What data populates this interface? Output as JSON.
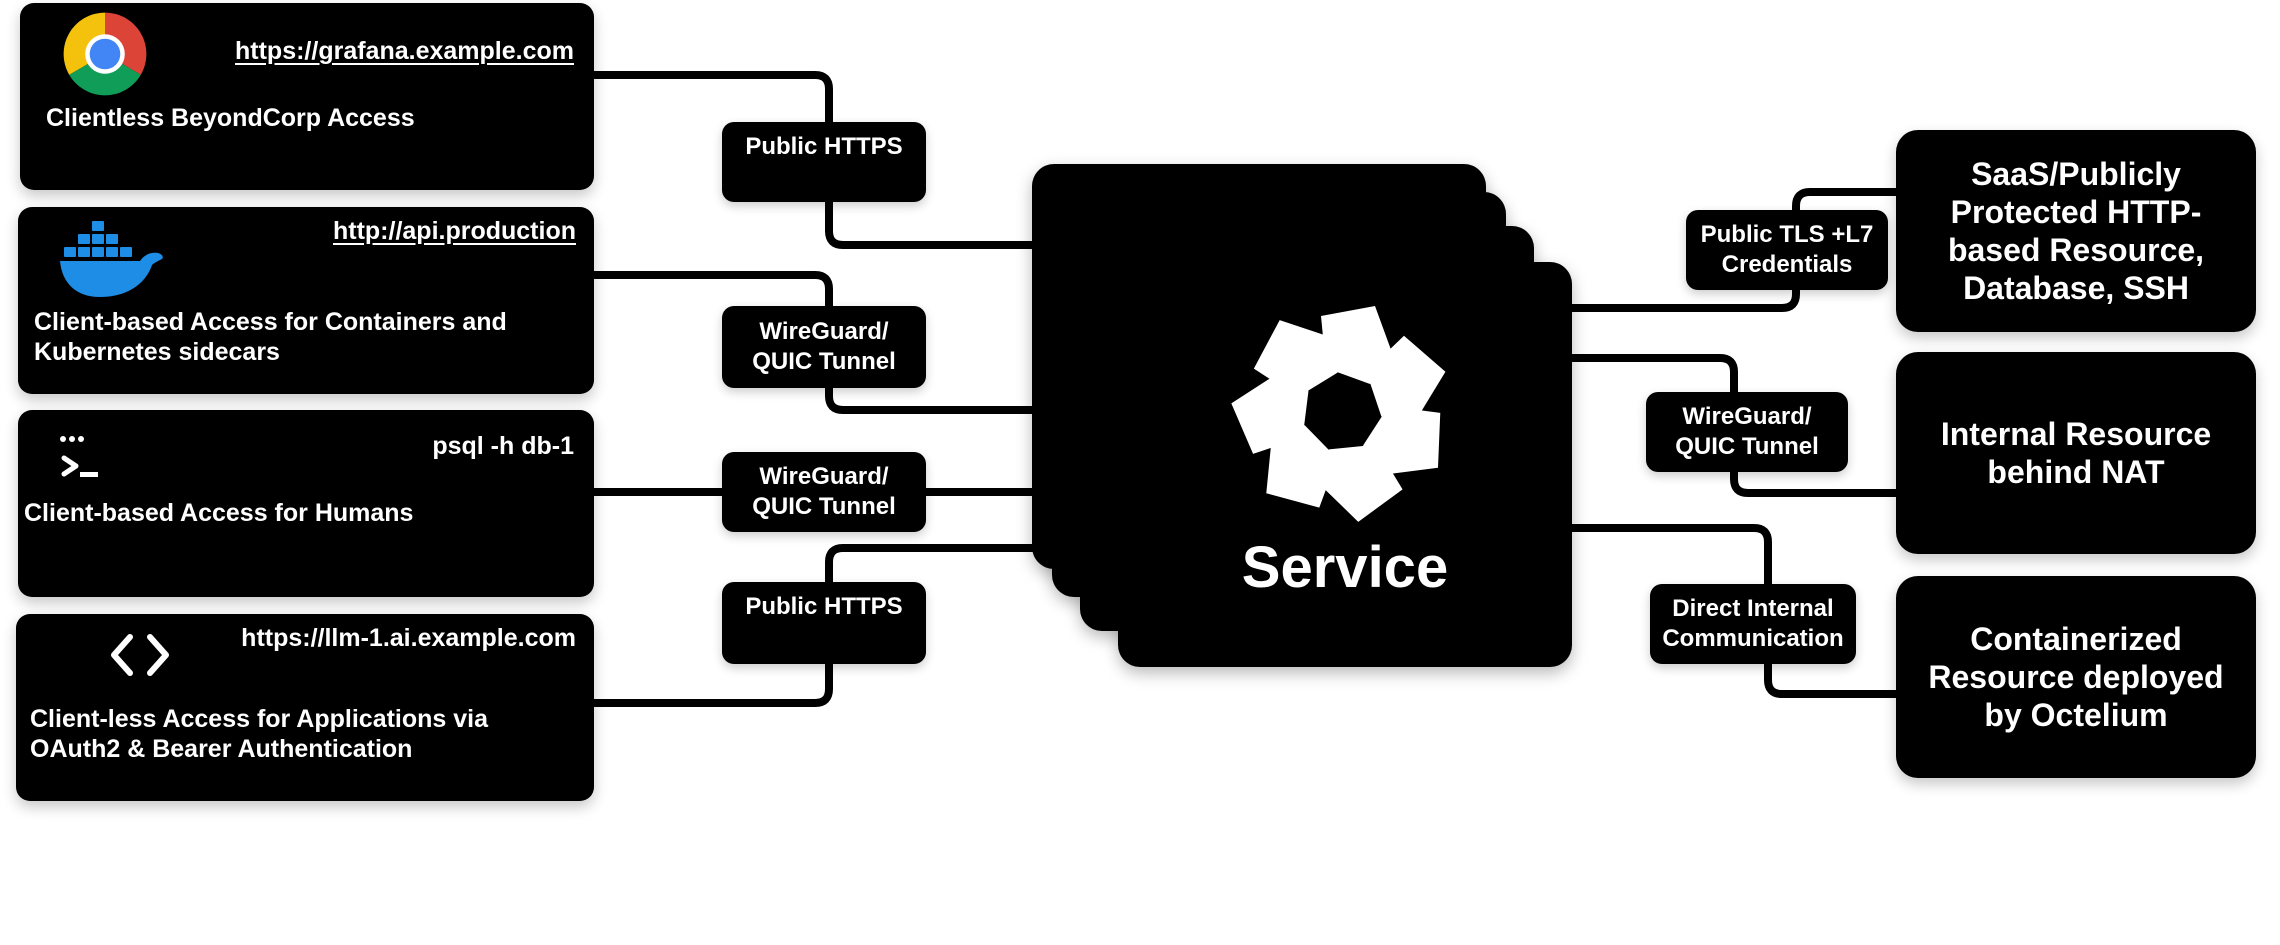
{
  "clients": [
    {
      "url": "https://grafana.example.com",
      "title": "Clientless BeyondCorp Access",
      "icon": "chrome-icon"
    },
    {
      "url": "http://api.production",
      "title": "Client-based Access for Containers and Kubernetes sidecars",
      "icon": "docker-icon"
    },
    {
      "url": "psql -h db-1",
      "title": "Client-based Access for Humans",
      "icon": "terminal-icon"
    },
    {
      "url": "https://llm-1.ai.example.com",
      "title": "Client-less Access for Applications via OAuth2 & Bearer Authentication",
      "icon": "code-icon"
    }
  ],
  "left_protocols": [
    {
      "line1": "Public HTTPS",
      "line2": ""
    },
    {
      "line1": "WireGuard/",
      "line2": "QUIC Tunnel"
    },
    {
      "line1": "WireGuard/",
      "line2": "QUIC Tunnel"
    },
    {
      "line1": "Public HTTPS",
      "line2": ""
    }
  ],
  "service": {
    "title": "Service",
    "icon": "octelium-logo-icon"
  },
  "right_protocols": [
    {
      "line1": "Public TLS +L7",
      "line2": "Credentials"
    },
    {
      "line1": "WireGuard/",
      "line2": "QUIC Tunnel"
    },
    {
      "line1": "Direct Internal",
      "line2": "Communication"
    }
  ],
  "resources": [
    {
      "text": "SaaS/Publicly Protected HTTP-based Resource, Database, SSH"
    },
    {
      "text": "Internal Resource behind NAT"
    },
    {
      "text": "Containerized Resource deployed by Octelium"
    }
  ],
  "colors": {
    "background": "#ffffff",
    "box": "#000000",
    "text": "#ffffff",
    "docker": "#1d8de6",
    "chrome_red": "#db4437",
    "chrome_yellow": "#f4c20d",
    "chrome_green": "#0f9d58",
    "chrome_blue": "#4285f4"
  }
}
